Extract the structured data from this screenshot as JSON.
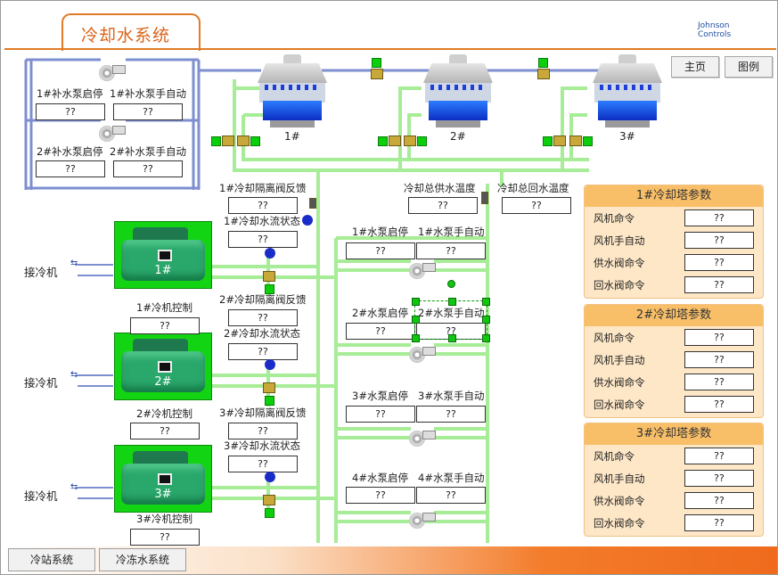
{
  "title": "冷却水系统",
  "logo": [
    "Johnson",
    "Controls"
  ],
  "top_buttons": {
    "home": "主页",
    "legend": "图例"
  },
  "makeup": {
    "pump1_run": "1#补水泵启停",
    "pump1_auto": "1#补水泵手自动",
    "pump2_run": "2#补水泵启停",
    "pump2_auto": "2#补水泵手自动",
    "v1": "??",
    "v2": "??",
    "v3": "??",
    "v4": "??"
  },
  "towers": [
    "1#",
    "2#",
    "3#"
  ],
  "chillers": [
    {
      "num": "1#",
      "ctrl_label": "1#冷机控制",
      "ctrl_val": "??",
      "conn": "接冷机",
      "iso_label": "1#冷却隔离阀反馈",
      "iso_val": "??",
      "flow_label": "1#冷却水流状态",
      "flow_val": "??"
    },
    {
      "num": "2#",
      "ctrl_label": "2#冷机控制",
      "ctrl_val": "??",
      "conn": "接冷机",
      "iso_label": "2#冷却隔离阀反馈",
      "iso_val": "??",
      "flow_label": "2#冷却水流状态",
      "flow_val": "??"
    },
    {
      "num": "3#",
      "ctrl_label": "3#冷机控制",
      "ctrl_val": "??",
      "conn": "接冷机",
      "iso_label": "3#冷却隔离阀反馈",
      "iso_val": "??",
      "flow_label": "3#冷却水流状态",
      "flow_val": "??"
    }
  ],
  "temps": {
    "supply_label": "冷却总供水温度",
    "supply_val": "??",
    "return_label": "冷却总回水温度",
    "return_val": "??"
  },
  "pumps": [
    {
      "run": "1#水泵启停",
      "auto": "1#水泵手自动",
      "run_val": "??",
      "auto_val": "??"
    },
    {
      "run": "2#水泵启停",
      "auto": "2#水泵手自动",
      "run_val": "??",
      "auto_val": "??"
    },
    {
      "run": "3#水泵启停",
      "auto": "3#水泵手自动",
      "run_val": "??",
      "auto_val": "??"
    },
    {
      "run": "4#水泵启停",
      "auto": "4#水泵手自动",
      "run_val": "??",
      "auto_val": "??"
    }
  ],
  "panels": [
    {
      "title": "1#冷却塔参数",
      "rows": [
        {
          "label": "风机命令",
          "val": "??"
        },
        {
          "label": "风机手自动",
          "val": "??"
        },
        {
          "label": "供水阀命令",
          "val": "??"
        },
        {
          "label": "回水阀命令",
          "val": "??"
        }
      ]
    },
    {
      "title": "2#冷却塔参数",
      "rows": [
        {
          "label": "风机命令",
          "val": "??"
        },
        {
          "label": "风机手自动",
          "val": "??"
        },
        {
          "label": "供水阀命令",
          "val": "??"
        },
        {
          "label": "回水阀命令",
          "val": "??"
        }
      ]
    },
    {
      "title": "3#冷却塔参数",
      "rows": [
        {
          "label": "风机命令",
          "val": "??"
        },
        {
          "label": "风机手自动",
          "val": "??"
        },
        {
          "label": "供水阀命令",
          "val": "??"
        },
        {
          "label": "回水阀命令",
          "val": "??"
        }
      ]
    }
  ],
  "bottom_buttons": {
    "plant": "冷站系统",
    "chw": "冷冻水系统"
  },
  "colors": {
    "accent": "#e07b26",
    "pipe_green": "#b5f0a0",
    "pipe_blue": "#8ea0d8",
    "panel_header": "#f9bf68"
  }
}
